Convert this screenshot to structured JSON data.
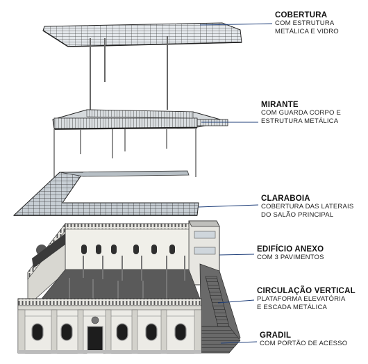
{
  "labels": [
    {
      "id": "cobertura",
      "title": "COBERTURA",
      "lines": [
        "COM ESTRUTURA",
        "METÁLICA E VIDRO"
      ]
    },
    {
      "id": "mirante",
      "title": "MIRANTE",
      "lines": [
        "COM GUARDA CORPO E",
        "ESTRUTURA METÁLICA"
      ]
    },
    {
      "id": "claraboia",
      "title": "CLARABOIA",
      "lines": [
        "COBERTURA DAS LATERAIS",
        "DO SALÃO PRINCIPAL"
      ]
    },
    {
      "id": "edificio-anexo",
      "title": "EDIFÍCIO ANEXO",
      "lines": [
        "COM 3 PAVIMENTOS"
      ]
    },
    {
      "id": "circulacao-vertical",
      "title": "CIRCULAÇÃO VERTICAL",
      "lines": [
        "PLATAFORMA ELEVATÓRIA",
        "E ESCADA METÁLICA"
      ]
    },
    {
      "id": "gradil",
      "title": "GRADIL",
      "lines": [
        "COM PORTÃO DE ACESSO"
      ]
    }
  ],
  "colors": {
    "leader": "#1f3f7a",
    "steel": "#555555",
    "glass": "#cfd6dc",
    "wall": "#ecebe6",
    "dark": "#3a3a3a"
  }
}
